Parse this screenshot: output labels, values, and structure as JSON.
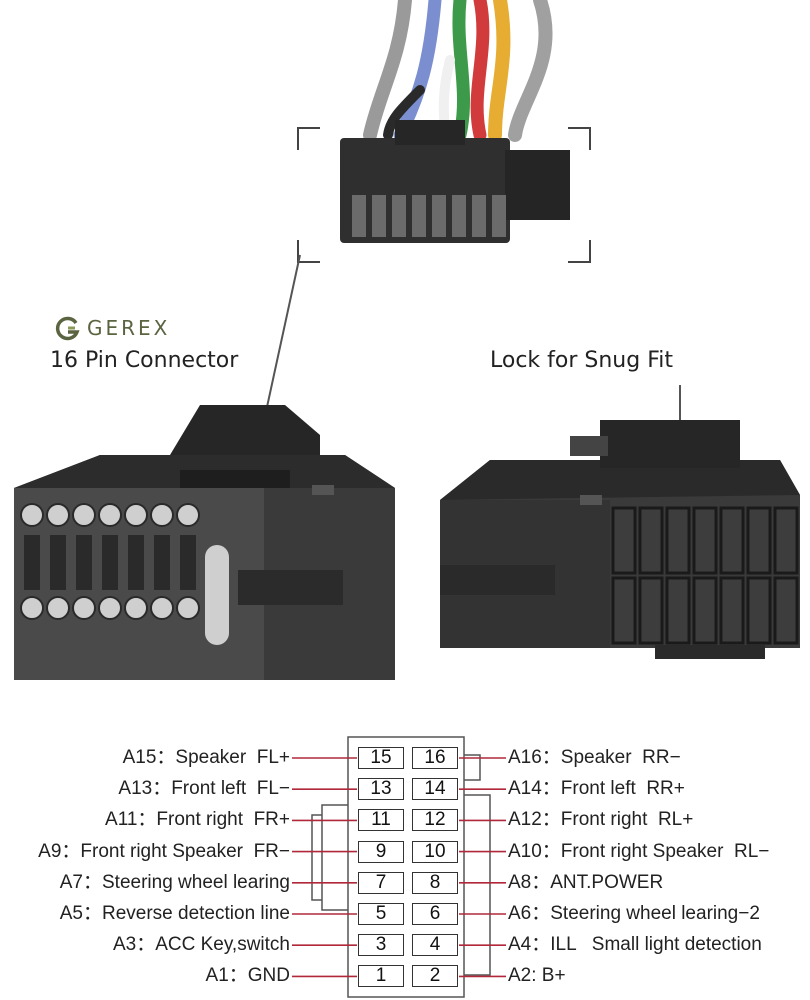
{
  "brand": {
    "name": "GEREX",
    "logo_icon": "gerex-logo-icon"
  },
  "captions": {
    "left": "16 Pin Connector",
    "right": "Lock for Snug Fit"
  },
  "colors": {
    "pin_line": "#b0283a",
    "connector_body": "#3a3a3a",
    "brand": "#5a6440"
  },
  "pins": [
    {
      "left_num": "15",
      "right_num": "16",
      "left_label": "A15：Speaker  FL+",
      "right_label": "A16：Speaker  RR−"
    },
    {
      "left_num": "13",
      "right_num": "14",
      "left_label": "A13：Front left  FL−",
      "right_label": "A14：Front left  RR+"
    },
    {
      "left_num": "11",
      "right_num": "12",
      "left_label": "A11：Front right  FR+",
      "right_label": "A12：Front right  RL+"
    },
    {
      "left_num": "9",
      "right_num": "10",
      "left_label": "A9：Front right Speaker  FR−",
      "right_label": "A10：Front right Speaker  RL−"
    },
    {
      "left_num": "7",
      "right_num": "8",
      "left_label": "A7：Steering wheel learing",
      "right_label": "A8：ANT.POWER"
    },
    {
      "left_num": "5",
      "right_num": "6",
      "left_label": "A5：Reverse detection line",
      "right_label": "A6：Steering wheel learing−2"
    },
    {
      "left_num": "3",
      "right_num": "4",
      "left_label": "A3：ACC Key,switch",
      "right_label": "A4：ILL   Small light detection"
    },
    {
      "left_num": "1",
      "right_num": "2",
      "left_label": "A1：GND",
      "right_label": "A2: B+"
    }
  ]
}
